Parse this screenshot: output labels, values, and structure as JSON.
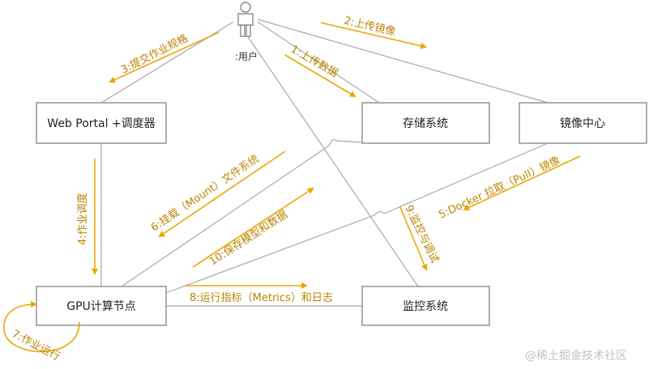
{
  "actor": {
    "label": ":用户"
  },
  "nodes": {
    "web_portal": "Web Portal +调度器",
    "storage": "存储系统",
    "registry": "镜像中心",
    "gpu": "GPU计算节点",
    "monitor": "监控系统"
  },
  "messages": {
    "m1": "1:上传数据",
    "m2": "2:上传镜像",
    "m3": "3:提交作业规格",
    "m4": "4:作业调度",
    "m5": "5:Docker 拉取（Pull）镜像",
    "m6": "6:挂载（Mount）文件系统",
    "m7": "7:作业运行",
    "m8": "8:运行指标（Metrics）和日志",
    "m9": "9:监控与调试",
    "m10": "10:保存模型和数据"
  },
  "watermark": "@稀土掘金技术社区",
  "colors": {
    "accent": "#e8a800",
    "accent_text": "#b88400",
    "edge": "#a9a9a9",
    "box_border": "#9a9a9a"
  }
}
